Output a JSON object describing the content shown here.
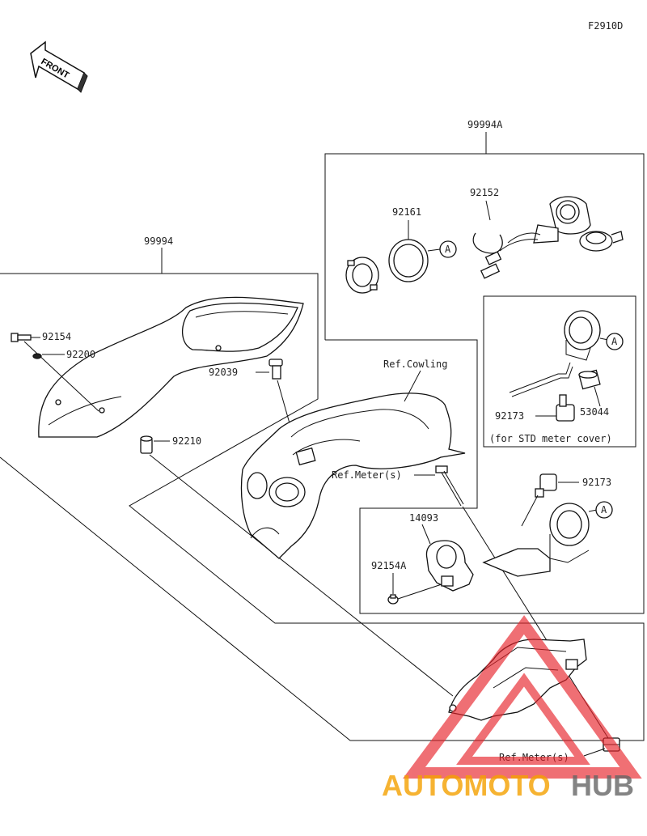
{
  "diagram_code": "F2910D",
  "front_label": "FRONT",
  "groups": {
    "main_kit": "99994",
    "usb_kit": "99994A"
  },
  "parts": {
    "p92154": "92154",
    "p92200": "92200",
    "p92039": "92039",
    "p92210": "92210",
    "p92161": "92161",
    "p92152": "92152",
    "p92173_top": "92173",
    "p53044": "53044",
    "p92173_right": "92173",
    "p14093": "14093",
    "p92154a": "92154A"
  },
  "refs": {
    "cowling": "Ref.Cowling",
    "meter_1": "Ref.Meter(s)",
    "meter_2": "Ref.Meter(s)"
  },
  "notes": {
    "std_meter": "(for STD meter cover)"
  },
  "markers": [
    "A",
    "A",
    "A"
  ],
  "watermark": {
    "part1": "AUTOMOTO",
    "part2": "HUB",
    "color_primary": "#f4a100",
    "color_secondary": "#666666",
    "triangle_color": "#e8232a"
  }
}
